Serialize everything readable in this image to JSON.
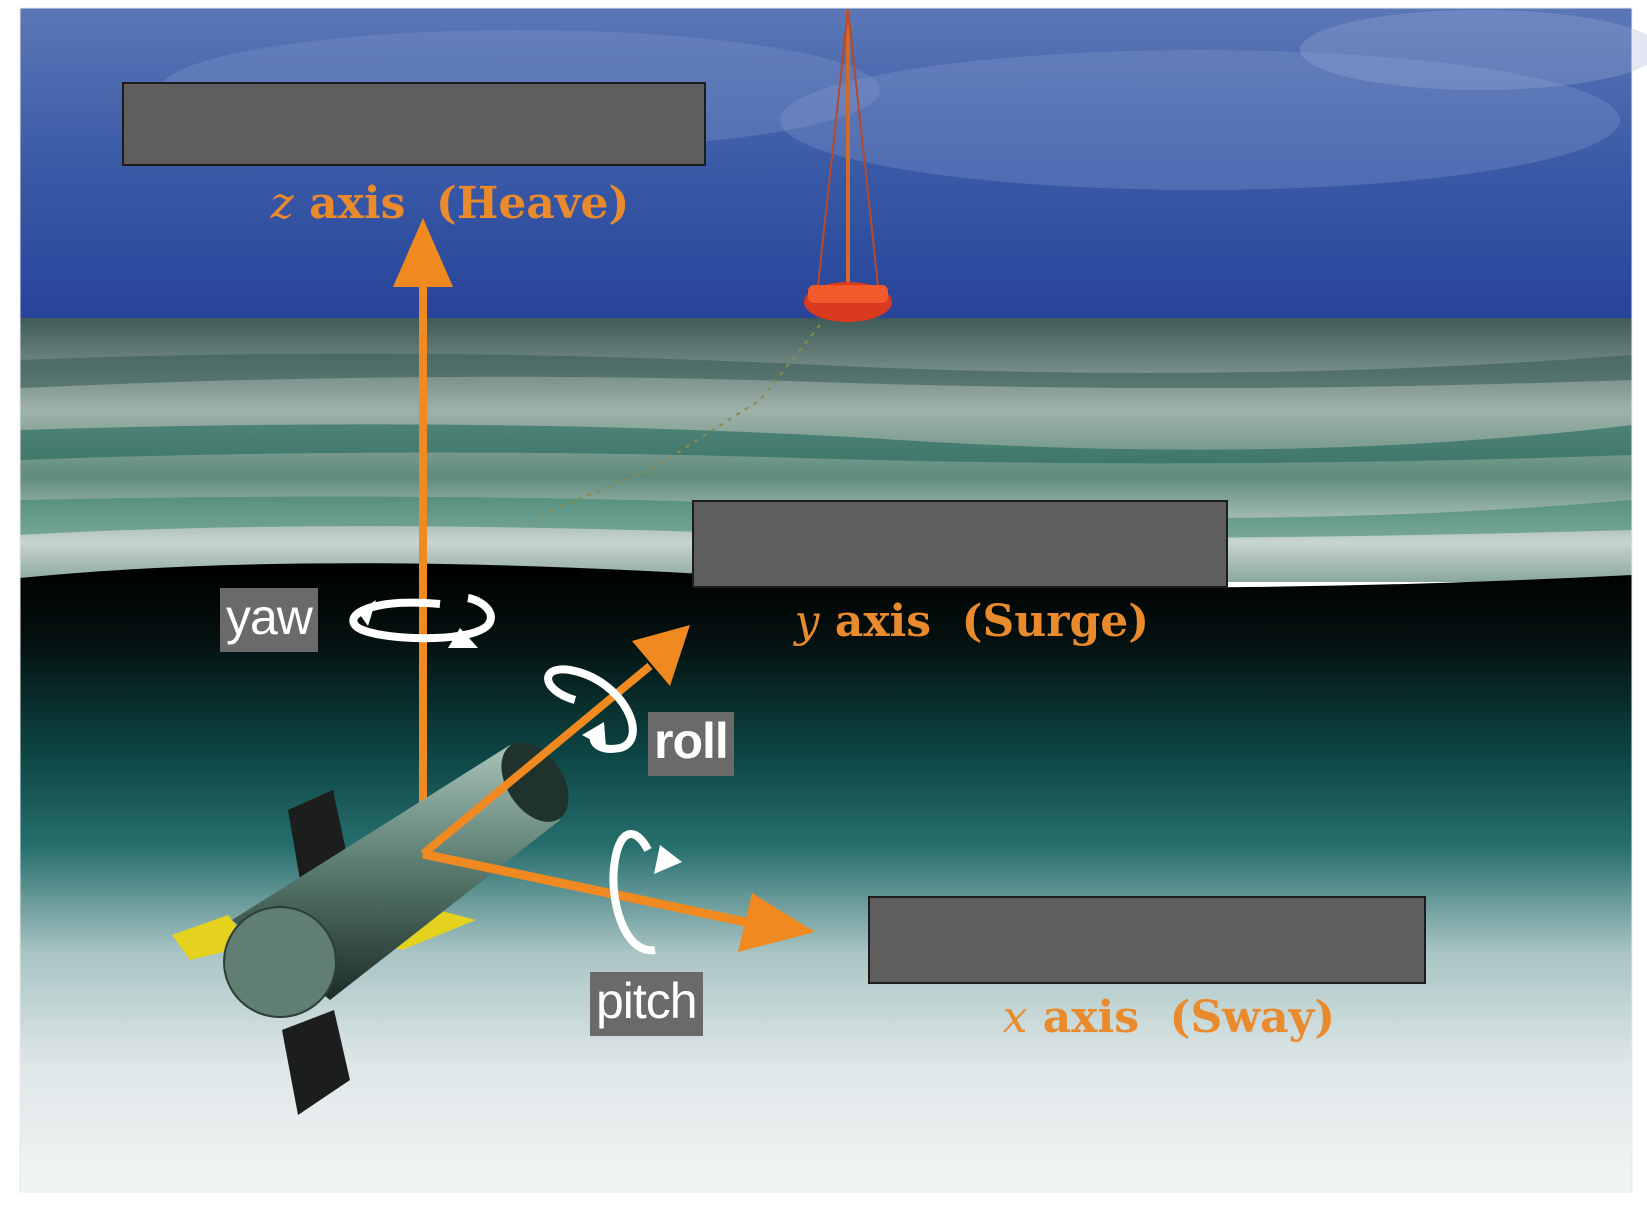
{
  "labels": {
    "z_axis": {
      "var": "z",
      "text": " axis  (Heave)"
    },
    "y_axis": {
      "var": "y",
      "text": " axis  (Surge)"
    },
    "x_axis": {
      "var": "x",
      "text": " axis  (Sway)"
    }
  },
  "motions": {
    "yaw": "yaw",
    "roll": "roll",
    "pitch": "pitch"
  },
  "colors": {
    "axis_arrow": "#f08a20",
    "label_text": "#e98a2c",
    "label_bg": "#5e5e5e",
    "sky": "#2e4f9a",
    "rotation_arrow": "#ffffff"
  },
  "icons": {
    "vehicle": "underwater-glider-icon",
    "buoy": "surface-buoy-icon"
  }
}
